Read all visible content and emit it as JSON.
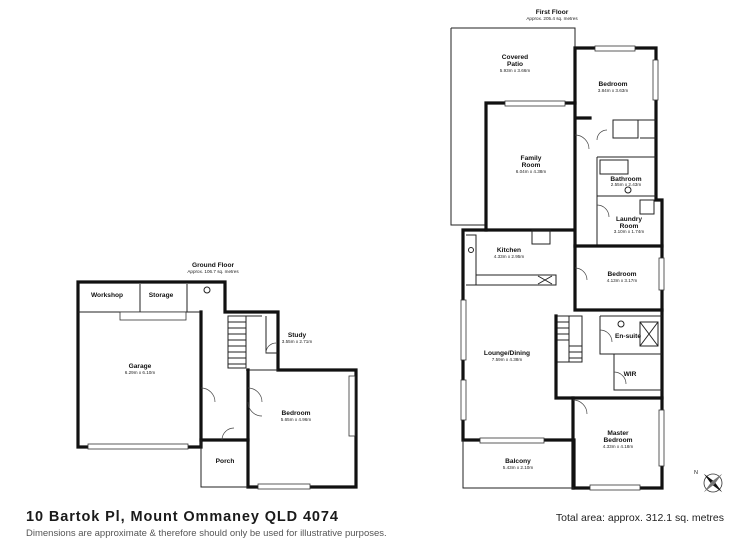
{
  "address": "10 Bartok Pl, Mount Ommaney QLD 4074",
  "disclaimer": "Dimensions are approximate & therefore should only be used for illustrative purposes.",
  "total_area": "Total area: approx. 312.1 sq. metres",
  "floors": {
    "ground": {
      "title": "Ground Floor",
      "area": "Approx. 106.7 sq. metres"
    },
    "first": {
      "title": "First Floor",
      "area": "Approx. 205.4 sq. metres"
    }
  },
  "rooms": {
    "workshop": {
      "name": "Workshop"
    },
    "storage": {
      "name": "Storage"
    },
    "garage": {
      "name": "Garage",
      "size": "6.29m x 6.10m"
    },
    "study": {
      "name": "Study",
      "size": "3.55m x 2.71m"
    },
    "bedroom_ground": {
      "name": "Bedroom",
      "size": "5.65m x 4.96m"
    },
    "porch": {
      "name": "Porch"
    },
    "covered_patio": {
      "name_line1": "Covered",
      "name_line2": "Patio",
      "size": "5.93m x 3.66m"
    },
    "family_room": {
      "name_line1": "Family",
      "name_line2": "Room",
      "size": "6.04m x 4.38m"
    },
    "bedroom_1": {
      "name": "Bedroom",
      "size": "3.84m x 3.63m"
    },
    "bathroom": {
      "name": "Bathroom",
      "size": "2.55m x 2.43m"
    },
    "laundry": {
      "name_line1": "Laundry",
      "name_line2": "Room",
      "size": "3.10m x 1.74m"
    },
    "kitchen": {
      "name": "Kitchen",
      "size": "4.33m x 2.95m"
    },
    "bedroom_2": {
      "name": "Bedroom",
      "size": "4.13m x 3.17m"
    },
    "ensuite": {
      "name": "En-suite"
    },
    "wir": {
      "name": "WIR"
    },
    "lounge_dining": {
      "name": "Lounge/Dining",
      "size": "7.59m x 4.38m"
    },
    "master_bedroom": {
      "name_line1": "Master",
      "name_line2": "Bedroom",
      "size": "4.33m x 4.18m"
    },
    "balcony": {
      "name": "Balcony",
      "size": "5.43m x 2.10m"
    }
  },
  "compass": {
    "label": "N",
    "icon": "compass-rose-icon"
  }
}
